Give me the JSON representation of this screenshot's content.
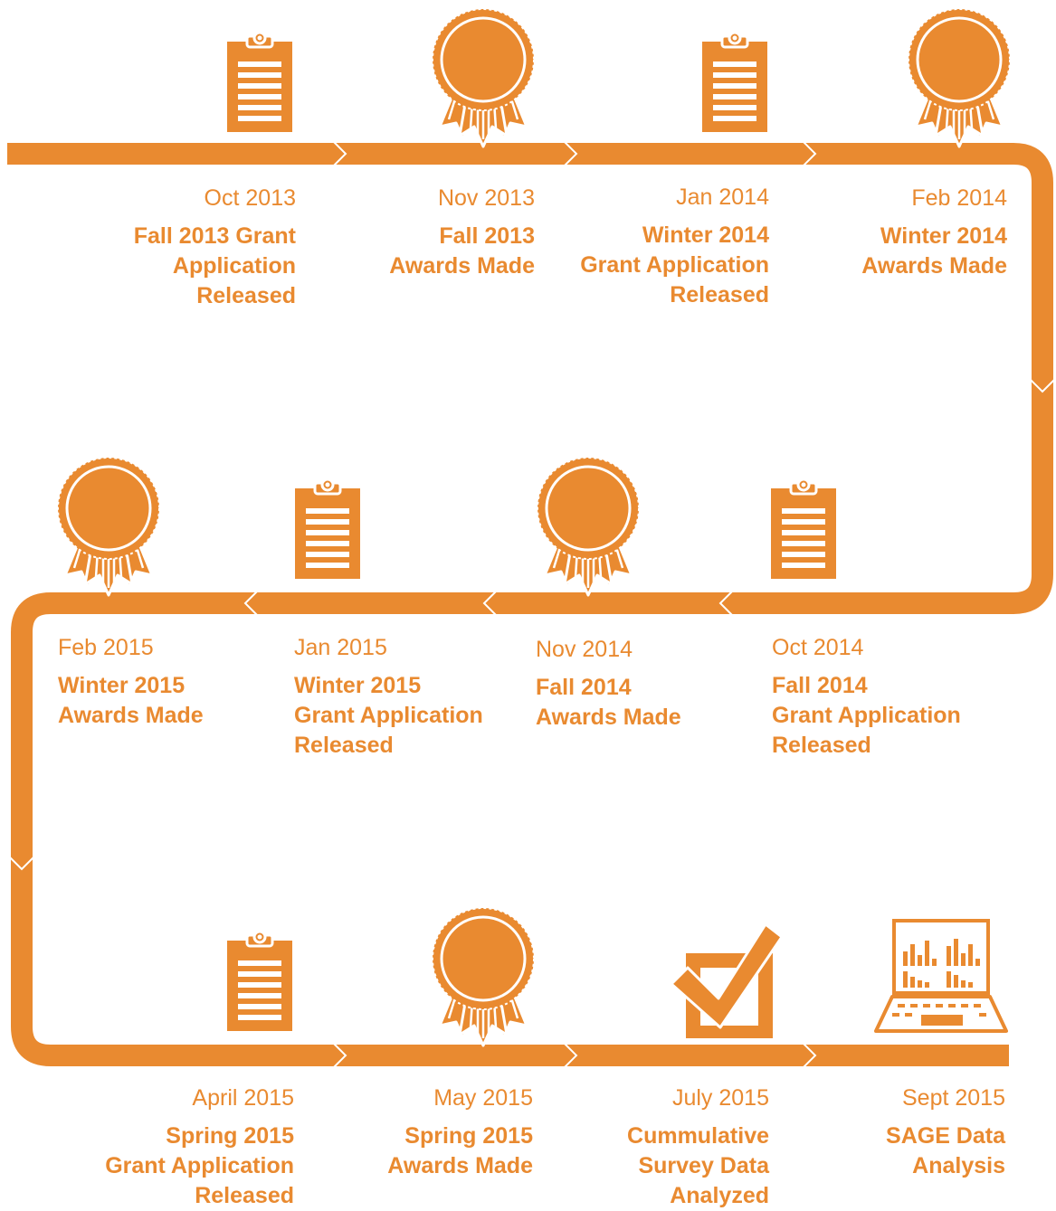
{
  "colors": {
    "accent": "#e98a30",
    "background": "#ffffff"
  },
  "rows": [
    {
      "direction": "left-to-right",
      "events": [
        {
          "date": "Oct 2013",
          "title": "Fall 2013 Grant\nApplication\nReleased",
          "icon": "clipboard-icon"
        },
        {
          "date": "Nov 2013",
          "title": "Fall 2013\nAwards Made",
          "icon": "award-ribbon-icon"
        },
        {
          "date": "Jan 2014",
          "title": "Winter 2014\nGrant Application\nReleased",
          "icon": "clipboard-icon"
        },
        {
          "date": "Feb 2014",
          "title": "Winter 2014\nAwards Made",
          "icon": "award-ribbon-icon"
        }
      ]
    },
    {
      "direction": "right-to-left",
      "events": [
        {
          "date": "Feb 2015",
          "title": "Winter 2015\nAwards Made",
          "icon": "award-ribbon-icon"
        },
        {
          "date": "Jan 2015",
          "title": "Winter 2015\nGrant Application\nReleased",
          "icon": "clipboard-icon"
        },
        {
          "date": "Nov 2014",
          "title": "Fall 2014\nAwards Made",
          "icon": "award-ribbon-icon"
        },
        {
          "date": "Oct 2014",
          "title": "Fall 2014\nGrant Application\nReleased",
          "icon": "clipboard-icon"
        }
      ]
    },
    {
      "direction": "left-to-right",
      "events": [
        {
          "date": "April 2015",
          "title": "Spring 2015\nGrant Application\nReleased",
          "icon": "clipboard-icon"
        },
        {
          "date": "May 2015",
          "title": "Spring 2015\nAwards Made",
          "icon": "award-ribbon-icon"
        },
        {
          "date": "July 2015",
          "title": "Cummulative\nSurvey Data\nAnalyzed",
          "icon": "checkbox-check-icon"
        },
        {
          "date": "Sept 2015",
          "title": "SAGE Data\nAnalysis",
          "icon": "laptop-chart-icon"
        }
      ]
    }
  ]
}
